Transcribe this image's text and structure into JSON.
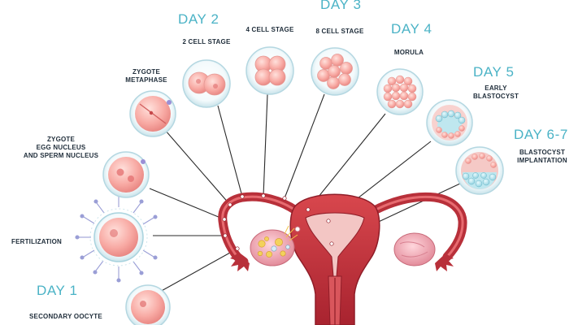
{
  "diagram": {
    "days": {
      "day1": "DAY 1",
      "day2": "DAY 2",
      "day3": "DAY 3",
      "day4": "DAY 4",
      "day5": "DAY 5",
      "day67": "DAY 6-7"
    },
    "stages": {
      "secondary_oocyte": "SECONDARY OOCYTE",
      "fertilization": "FERTILIZATION",
      "zygote_nuclei_line1": "ZYGOTE",
      "zygote_nuclei_line2": "EGG NUCLEUS",
      "zygote_nuclei_line3": "AND SPERM NUCLEUS",
      "zygote_metaphase_line1": "ZYGOTE",
      "zygote_metaphase_line2": "METAPHASE",
      "two_cell": "2 CELL STAGE",
      "four_cell": "4 CELL STAGE",
      "eight_cell": "8 CELL STAGE",
      "morula": "MORULA",
      "early_blastocyst_line1": "EARLY",
      "early_blastocyst_line2": "BLASTOCYST",
      "blastocyst_implantation_line1": "BLASTOCYST",
      "blastocyst_implantation_line2": "IMPLANTATION"
    },
    "colors": {
      "day_text": "#4bb3c6",
      "label_text": "#1f2d3a",
      "uterus": "#c0343c",
      "uterus_dark": "#8f1d28",
      "cell_pink": "#f6a5a1",
      "cell_rim": "#d9eef3",
      "blastocoel": "#8fd3e2",
      "sperm": "#9a9ed6"
    }
  }
}
